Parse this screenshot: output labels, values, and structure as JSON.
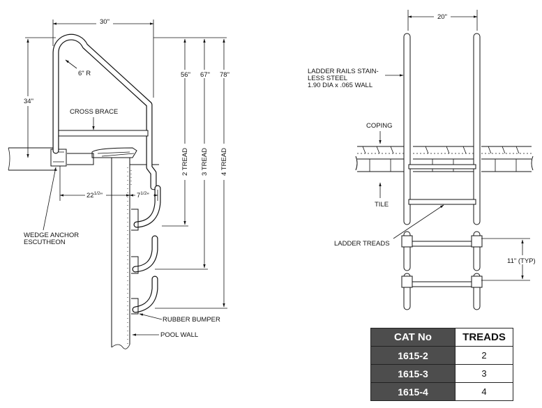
{
  "side_view": {
    "dim_width": "30\"",
    "dim_height": "34\"",
    "dim_radius": "6\" R",
    "dim_56": "56\"",
    "dim_67": "67\"",
    "dim_78": "78\"",
    "tread_2": "2 TREAD",
    "tread_3": "3 TREAD",
    "tread_4": "4 TREAD",
    "cross_brace": "CROSS BRACE",
    "dim_22": "22",
    "dim_22_frac": "1/2",
    "dim_22_in": "\"",
    "dim_7": "7",
    "dim_7_frac": "1/2",
    "dim_7_in": "\"",
    "wedge_anchor": [
      "WEDGE ANCHOR",
      "ESCUTHEON"
    ],
    "rubber_bumper": "RUBBER BUMPER",
    "pool_wall": "POOL WALL"
  },
  "front_view": {
    "dim_width": "20\"",
    "ladder_rails": [
      "LADDER RAILS STAIN-",
      "LESS STEEL",
      "1.90 DIA x .065 WALL"
    ],
    "coping": "COPING",
    "tile": "TILE",
    "ladder_treads": "LADDER TREADS",
    "dim_spacing": "11\" (TYP)"
  },
  "table": {
    "headers": [
      "CAT No",
      "TREADS"
    ],
    "rows": [
      {
        "cat": "1615-2",
        "treads": "2"
      },
      {
        "cat": "1615-3",
        "treads": "3"
      },
      {
        "cat": "1615-4",
        "treads": "4"
      }
    ],
    "header_bg": "#4d4d4d"
  }
}
